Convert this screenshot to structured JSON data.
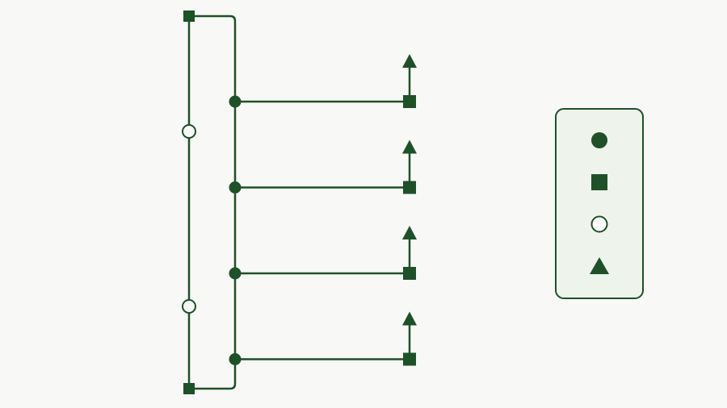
{
  "diagram": {
    "colors": {
      "stroke": "#1e5128",
      "background": "#f8f8f6",
      "legend_fill": "#eef3ec"
    },
    "branch_count": 4,
    "symbols": {
      "junction": "filled-circle",
      "terminal": "filled-square",
      "open_node": "hollow-circle",
      "output": "filled-triangle-arrow"
    },
    "legend": {
      "items": [
        {
          "symbol": "filled-circle"
        },
        {
          "symbol": "filled-square"
        },
        {
          "symbol": "hollow-circle"
        },
        {
          "symbol": "filled-triangle"
        }
      ]
    }
  }
}
